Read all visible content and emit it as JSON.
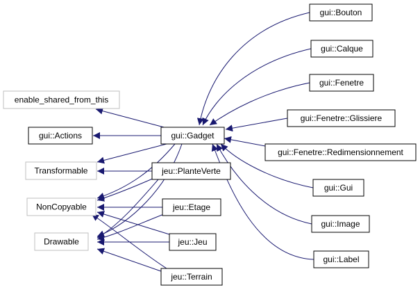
{
  "colors": {
    "edge": "#191970",
    "node_border": "#000000",
    "external_border": "#bfbfbf",
    "background": "#ffffff"
  },
  "nodes": {
    "bouton": "gui::Bouton",
    "calque": "gui::Calque",
    "fenetre": "gui::Fenetre",
    "glissiere": "gui::Fenetre::Glissiere",
    "redim": "gui::Fenetre::Redimensionnement",
    "gui": "gui::Gui",
    "image": "gui::Image",
    "label": "gui::Label",
    "gadget": "gui::Gadget",
    "actions": "gui::Actions",
    "esft": "enable_shared_from_this",
    "transformable": "Transformable",
    "noncopyable": "NonCopyable",
    "drawable": "Drawable",
    "plante": "jeu::PlanteVerte",
    "etage": "jeu::Etage",
    "jeu": "jeu::Jeu",
    "terrain": "jeu::Terrain"
  }
}
